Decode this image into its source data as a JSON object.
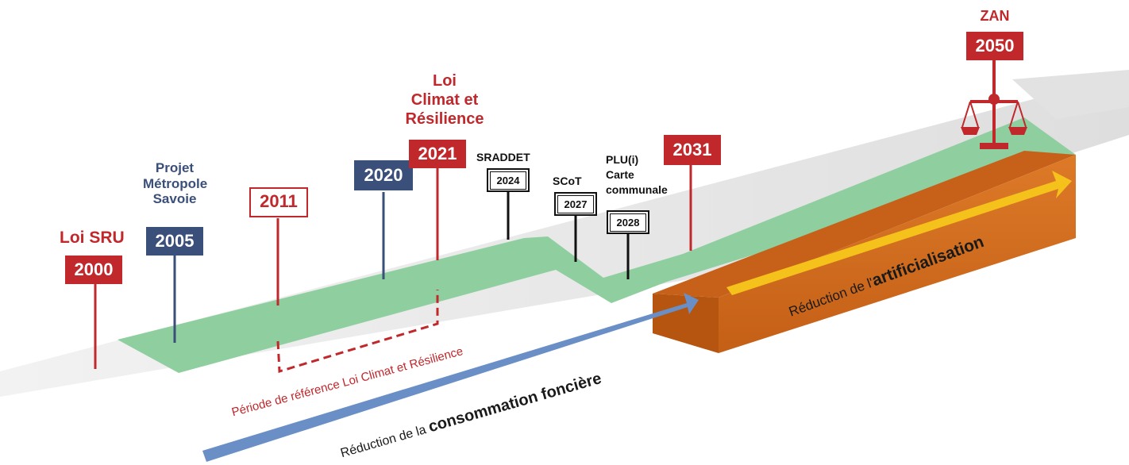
{
  "milestones": {
    "m2000": {
      "title": "Loi SRU",
      "year": "2000"
    },
    "m2005": {
      "title_lines": [
        "Projet",
        "Métropole",
        "Savoie"
      ],
      "year": "2005"
    },
    "m2011": {
      "year": "2011"
    },
    "m2020": {
      "year": "2020"
    },
    "m2021": {
      "title_lines": [
        "Loi",
        "Climat et",
        "Résilience"
      ],
      "year": "2021"
    },
    "sraddet": {
      "title": "SRADDET",
      "year": "2024"
    },
    "scot": {
      "title": "SCoT",
      "year": "2027"
    },
    "plu": {
      "title_lines": [
        "PLU(i)",
        "Carte",
        "communale"
      ],
      "year": "2028"
    },
    "m2031": {
      "year": "2031"
    },
    "zan": {
      "title": "ZAN",
      "year": "2050"
    }
  },
  "labels": {
    "reference_period": "Période de référence Loi Climat et Résilience",
    "artif_prefix": "Réduction de l'",
    "artif_emph": "artificialisation",
    "conso_prefix": "Réduction de la ",
    "conso_emph": "consommation foncière"
  },
  "colors": {
    "red": "#c0282c",
    "navy": "#3a4f7a",
    "green": "#8fcf9f",
    "orange": "#d06a1c",
    "yellow": "#f5c21b",
    "blue_arrow": "#6a8fc6",
    "grey_road": "#e6e6e6"
  },
  "icons": {
    "scales": "balance-scale-icon"
  }
}
